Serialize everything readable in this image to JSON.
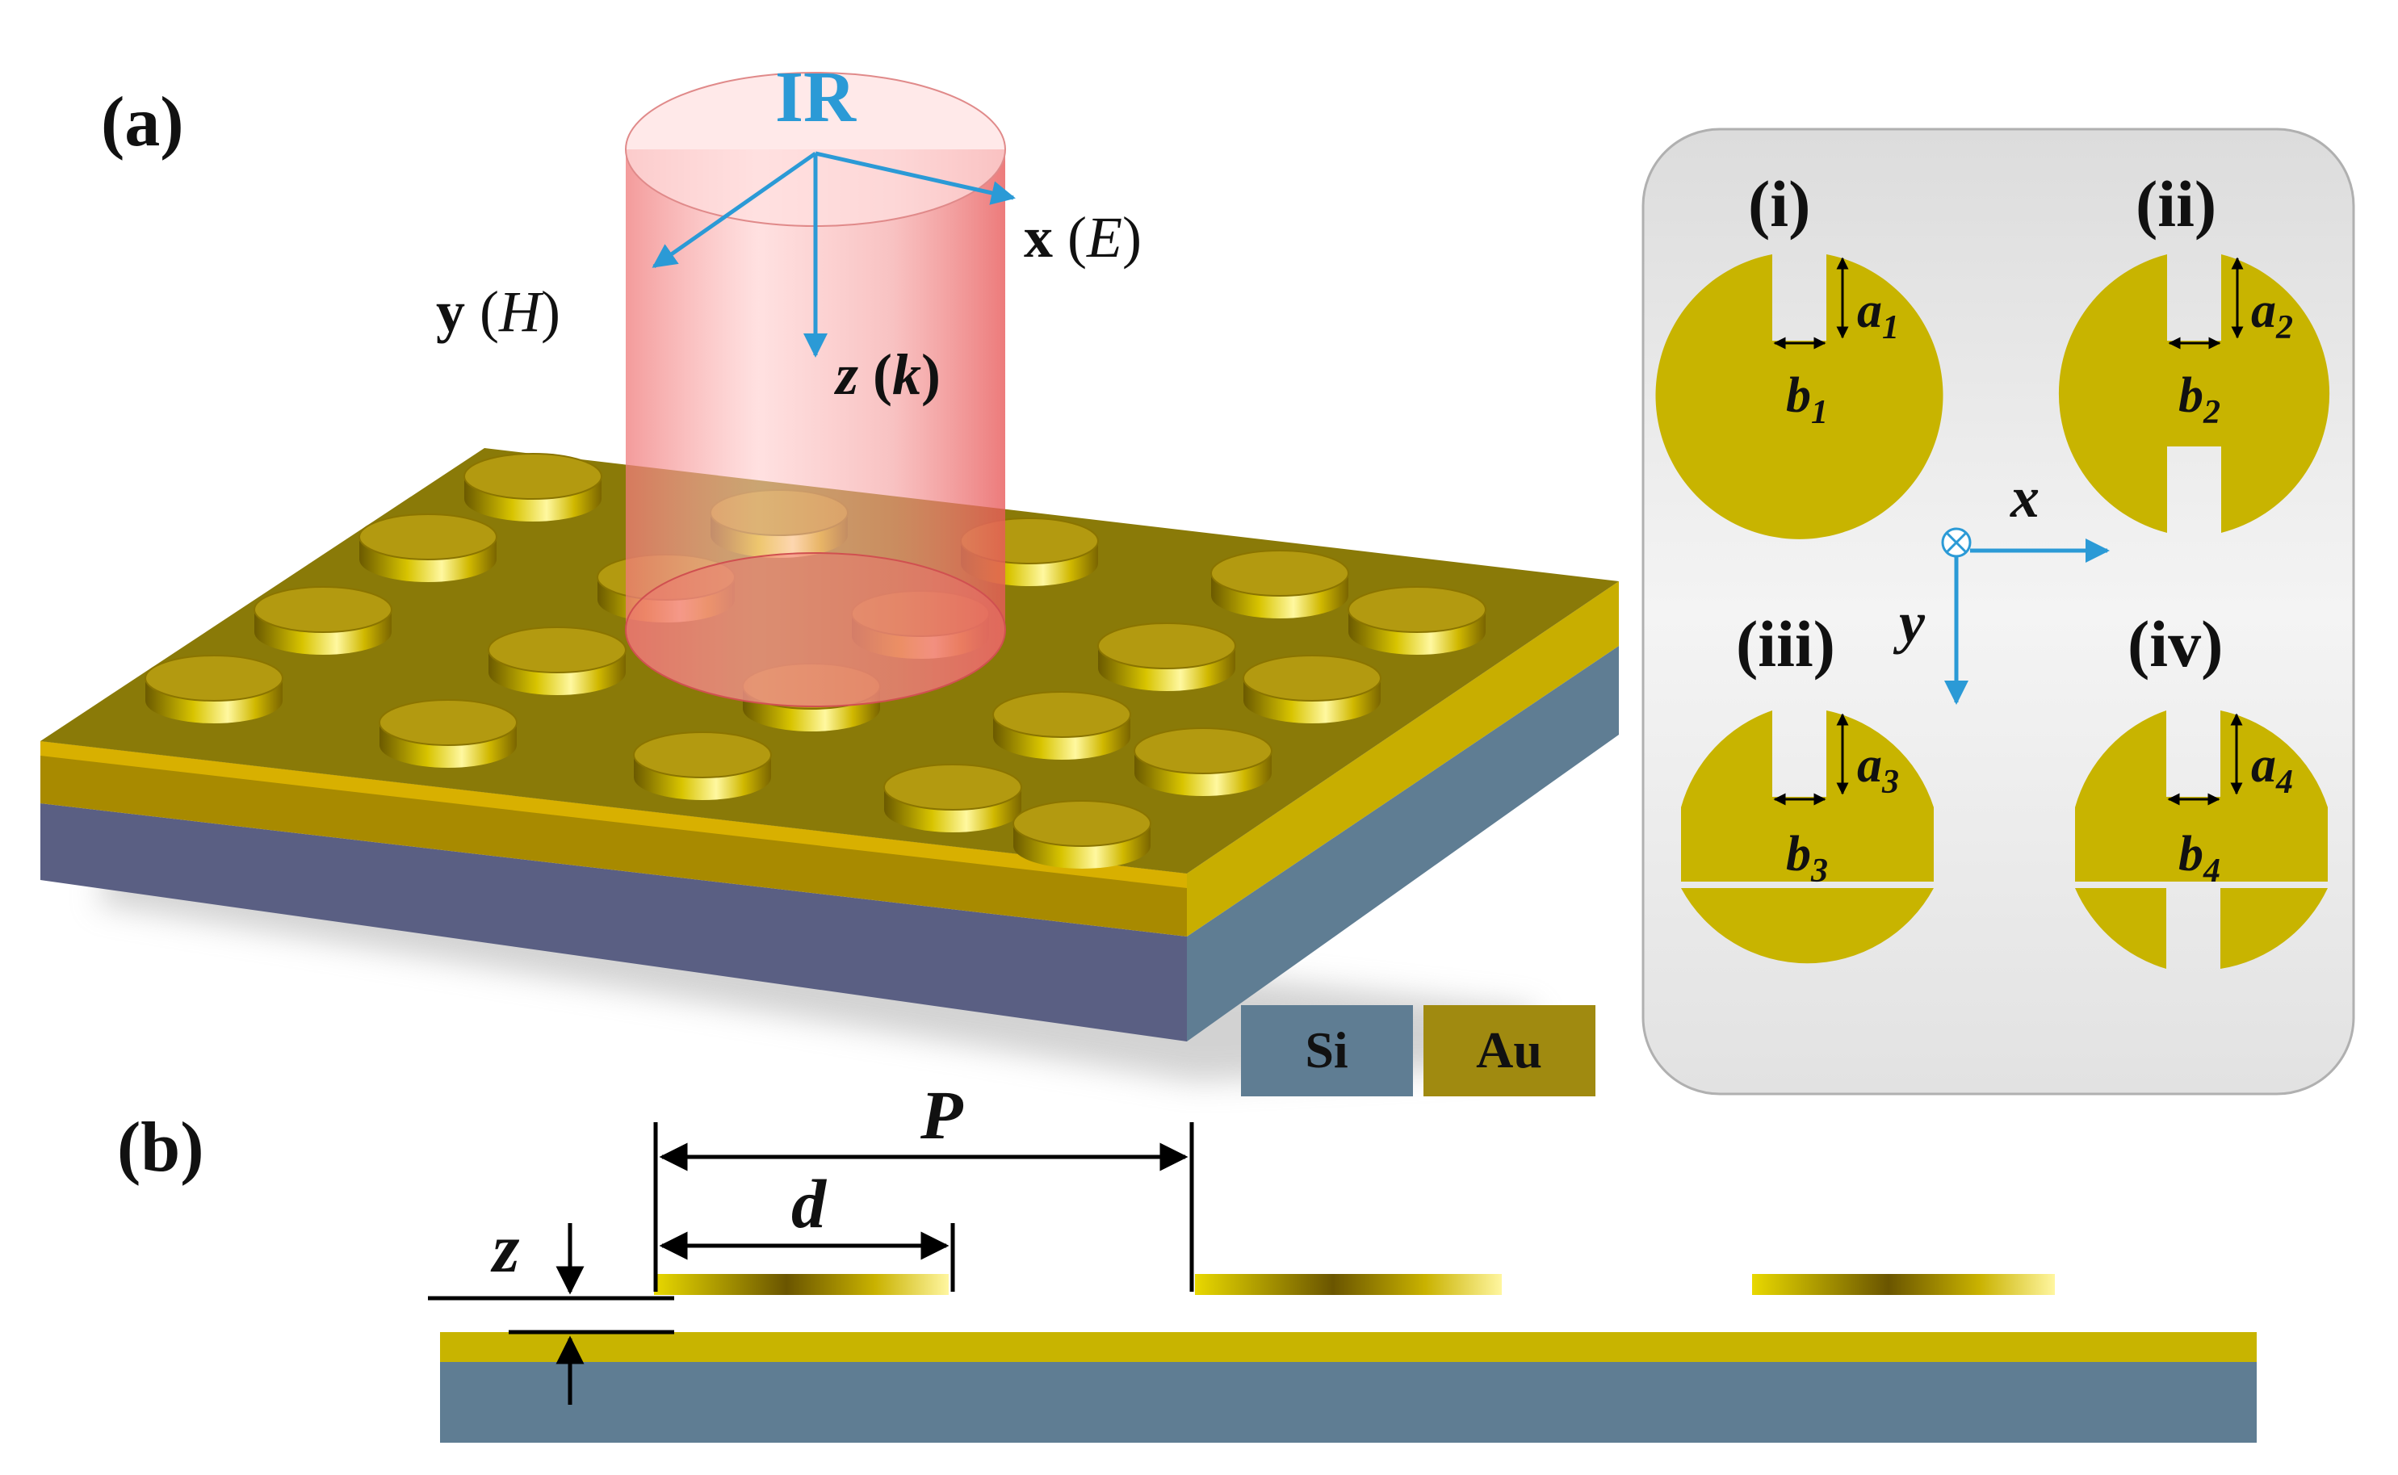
{
  "panel_a": {
    "label": "(a)",
    "beam": "IR",
    "axis_x": "x",
    "axis_x_field": "E",
    "axis_y": "y",
    "axis_y_field": "H",
    "axis_z": "z",
    "axis_z_field": "k"
  },
  "inset": {
    "shape_labels": [
      "(i)",
      "(ii)",
      "(iii)",
      "(iv)"
    ],
    "a_symbol": "a",
    "b_symbol": "b",
    "subscripts": [
      "1",
      "2",
      "3",
      "4"
    ],
    "axis_x": "x",
    "axis_y": "y"
  },
  "legend": {
    "si_label": "Si",
    "au_label": "Au"
  },
  "panel_b": {
    "label": "(b)",
    "period": "P",
    "diameter": "d",
    "gap": "z"
  },
  "colors": {
    "gold": "#c8b400",
    "gold_dark": "#8a7000",
    "silicon_side": "#5f7d93",
    "silicon_front": "#5a5f83",
    "beam_pink": "#f08c8c",
    "axis_blue": "#2b9ad6",
    "inset_bg": "#e8e8e8"
  }
}
